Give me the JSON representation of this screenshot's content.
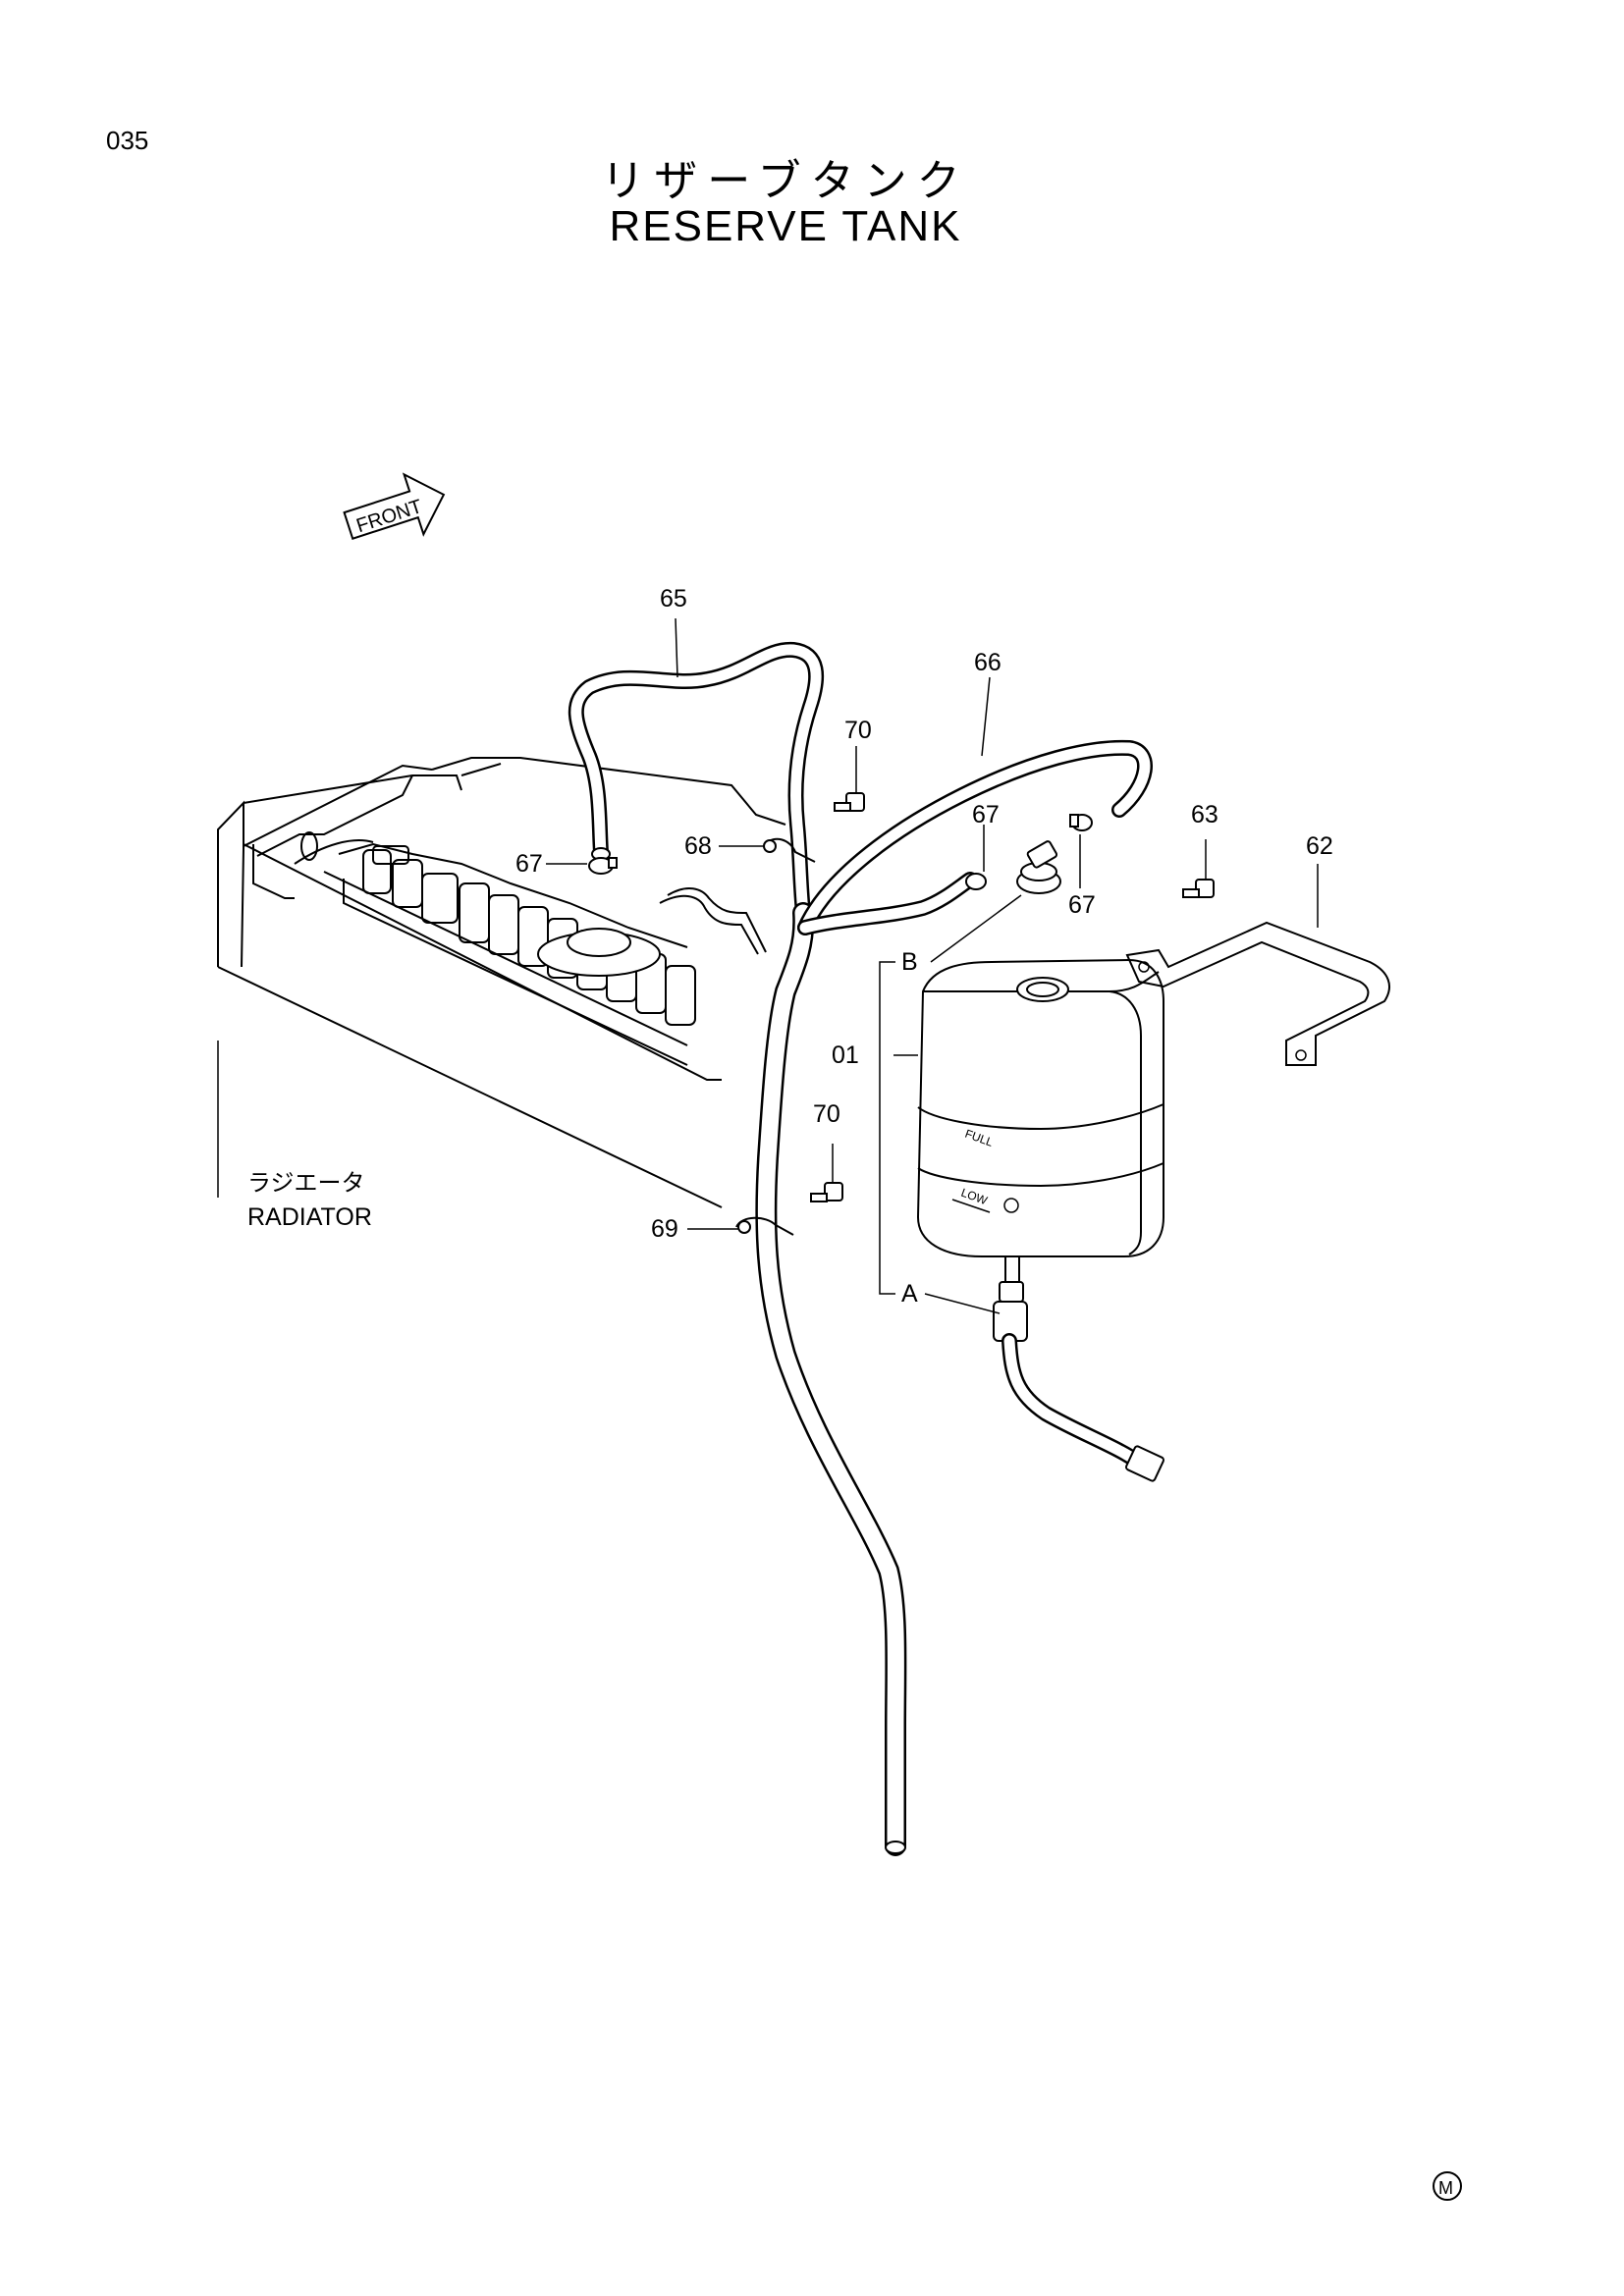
{
  "page_number": "035",
  "title": {
    "japanese": "リザーブタンク",
    "english": "RESERVE TANK"
  },
  "front_arrow_label": "FRONT",
  "radiator_label": {
    "japanese": "ラジエータ",
    "english": "RADIATOR"
  },
  "tank_markings": {
    "full": "FULL",
    "low": "LOW"
  },
  "callouts": {
    "c65": "65",
    "c66": "66",
    "c70_top": "70",
    "c68": "68",
    "c67_left": "67",
    "c67_mid": "67",
    "c67_right": "67",
    "c63": "63",
    "c62": "62",
    "c01": "01",
    "c70_bottom": "70",
    "c69": "69",
    "ref_b": "B",
    "ref_a": "A"
  },
  "footer_mark": "M"
}
